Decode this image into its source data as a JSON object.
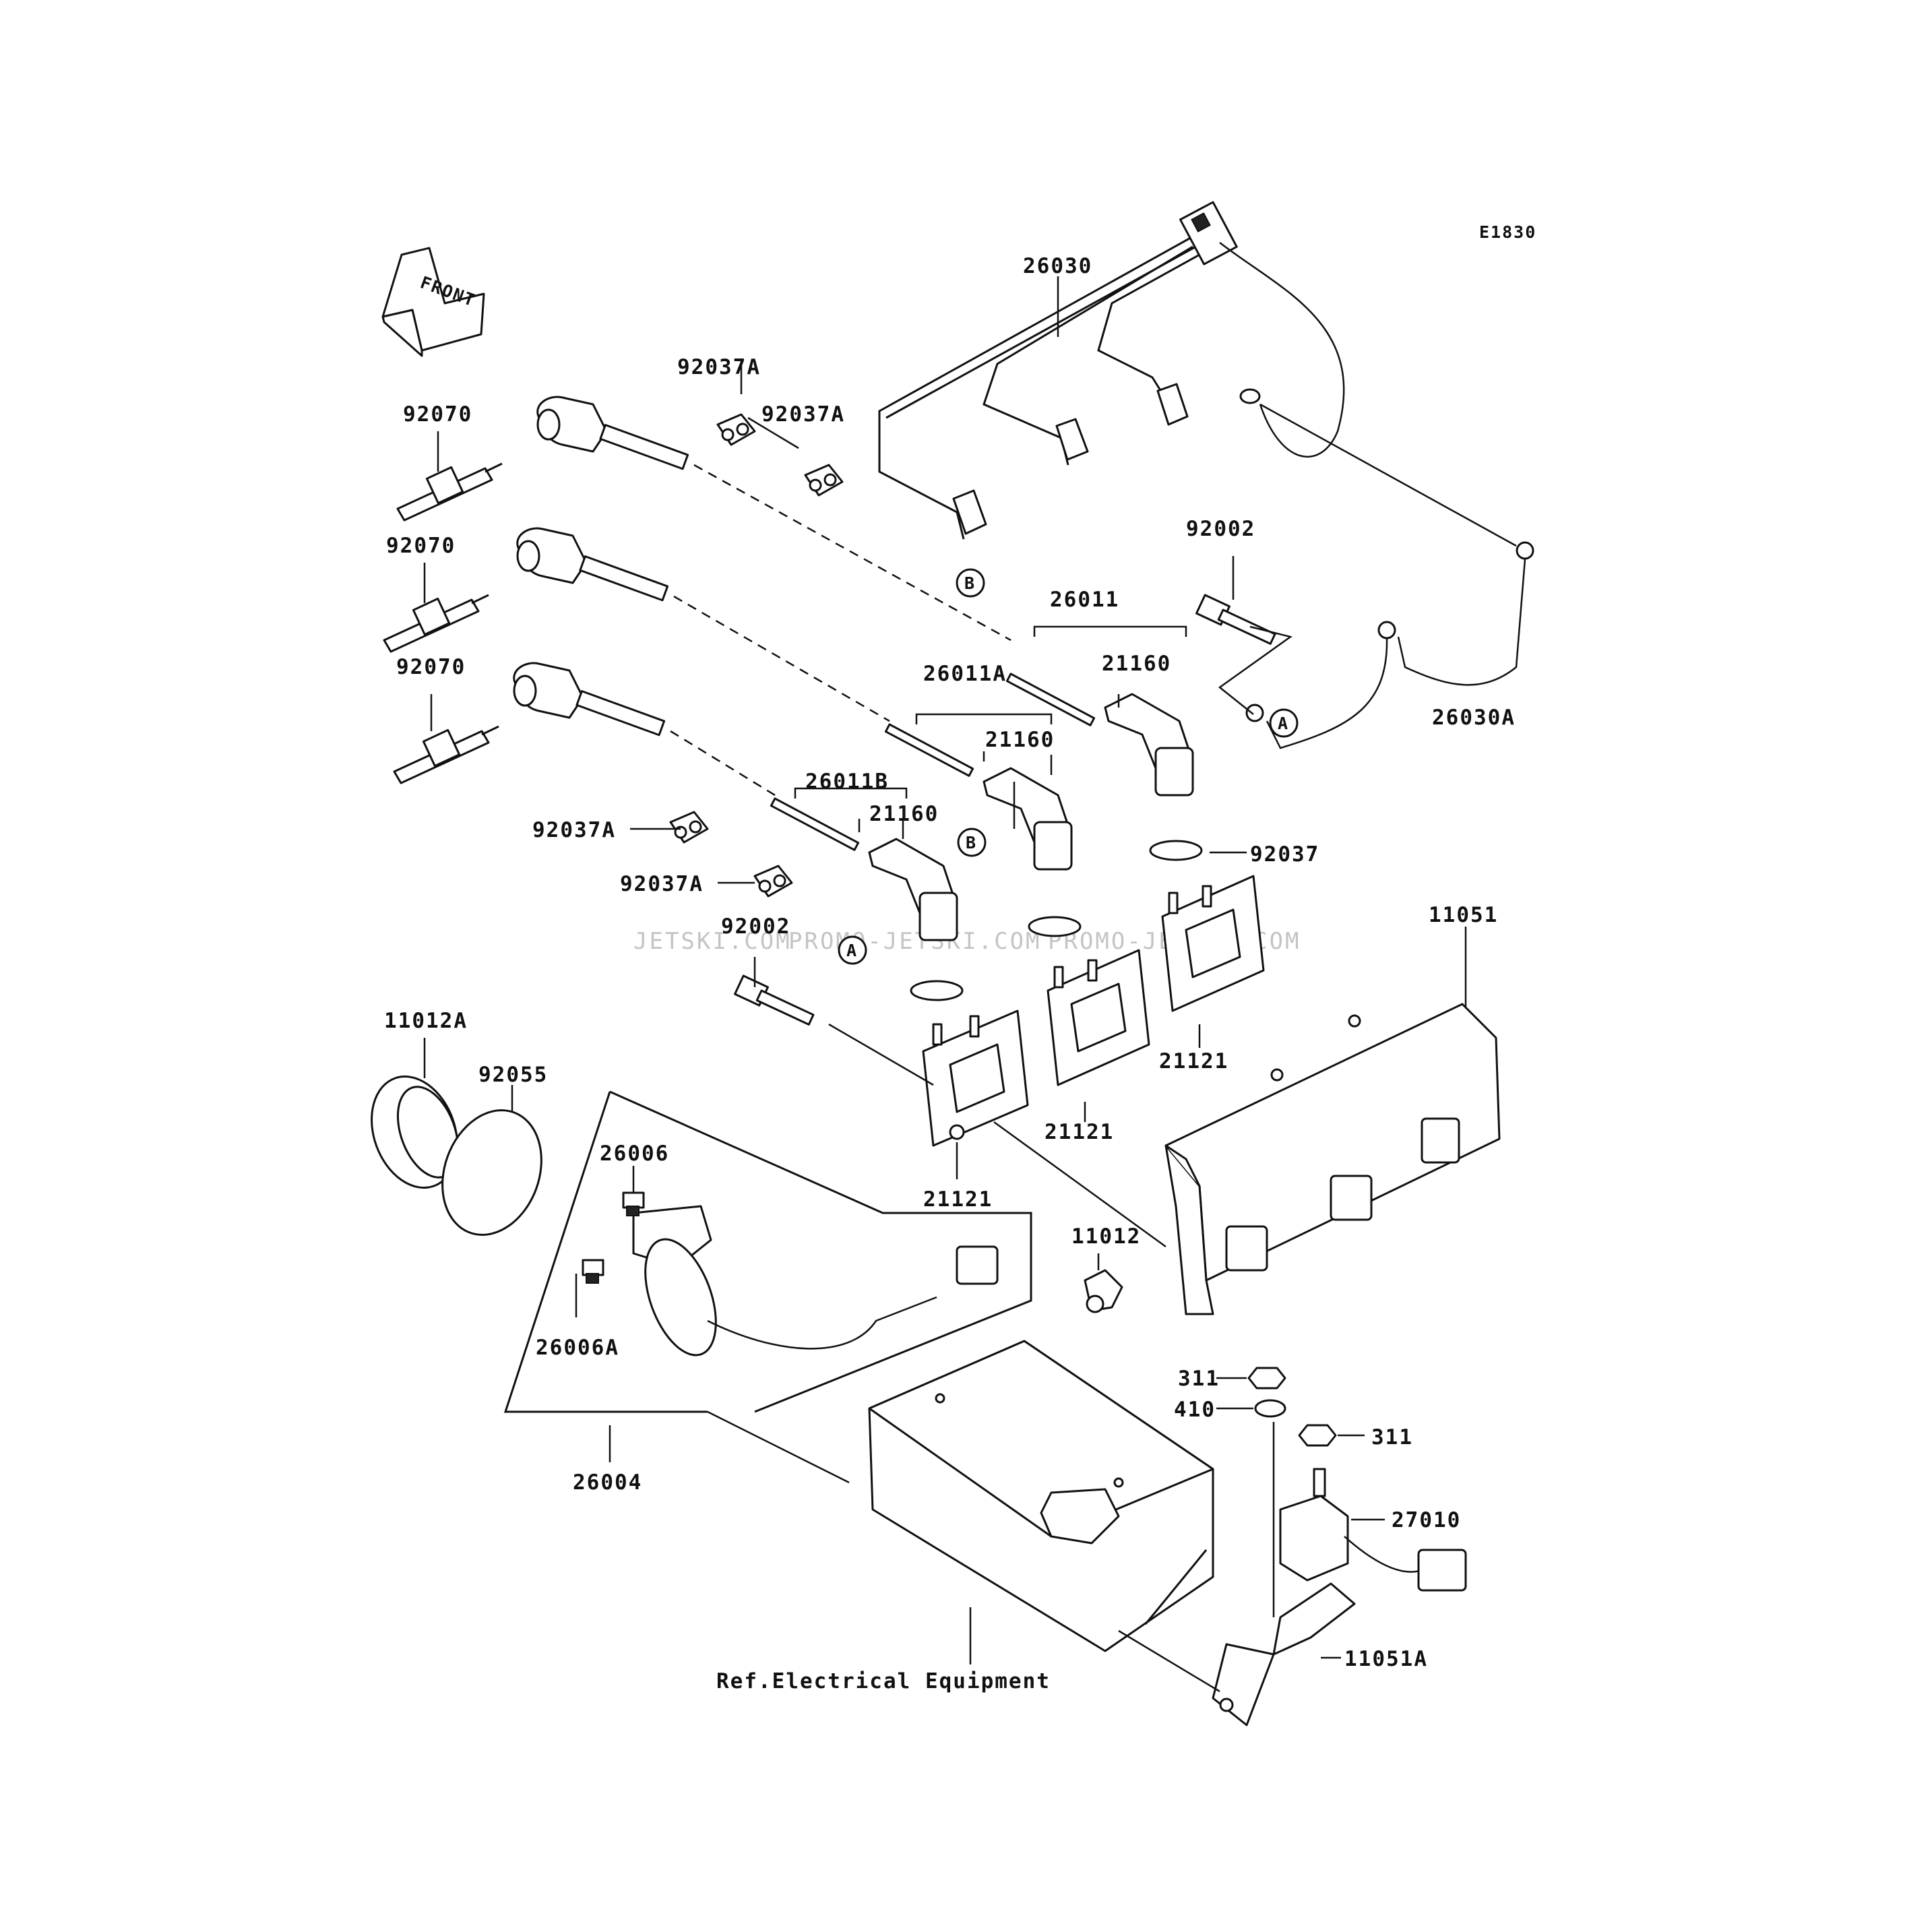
{
  "diagram": {
    "code": "E1830",
    "front_label": "FRONT",
    "reference_note": "Ref.Electrical Equipment",
    "watermarks": [
      "JETSKI.COM",
      "PROMO-JETSKI.COM",
      "PROMO-JETSKI.COM"
    ],
    "callouts": {
      "A": "A",
      "B": "B"
    },
    "parts": {
      "p26030": "26030",
      "p26030A": "26030A",
      "p92037A_1": "92037A",
      "p92037A_2": "92037A",
      "p92037A_3": "92037A",
      "p92037A_4": "92037A",
      "p92070_1": "92070",
      "p92070_2": "92070",
      "p92070_3": "92070",
      "p92002_1": "92002",
      "p92002_2": "92002",
      "p26011": "26011",
      "p26011A": "26011A",
      "p26011B": "26011B",
      "p21160_1": "21160",
      "p21160_2": "21160",
      "p21160_3": "21160",
      "p92037": "92037",
      "p11051": "11051",
      "p21121_1": "21121",
      "p21121_2": "21121",
      "p21121_3": "21121",
      "p11012A": "11012A",
      "p92055": "92055",
      "p26006": "26006",
      "p26006A": "26006A",
      "p26004": "26004",
      "p11012": "11012",
      "p311_1": "311",
      "p410": "410",
      "p311_2": "311",
      "p27010": "27010",
      "p11051A": "11051A"
    }
  }
}
